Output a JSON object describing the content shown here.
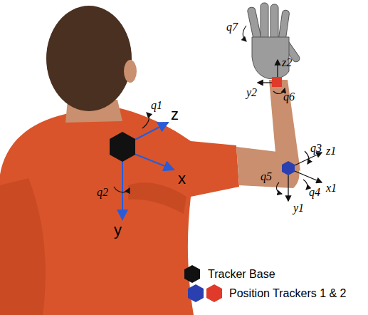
{
  "diagram": {
    "labels": [
      "q1",
      "z",
      "x",
      "q2",
      "y",
      "q7",
      "z2",
      "y2",
      "q6",
      "q3",
      "z1",
      "q5",
      "q4",
      "x1",
      "y1"
    ],
    "legend": [
      {
        "text": "Tracker Base"
      },
      {
        "text": "Position Trackers 1 & 2"
      }
    ]
  }
}
